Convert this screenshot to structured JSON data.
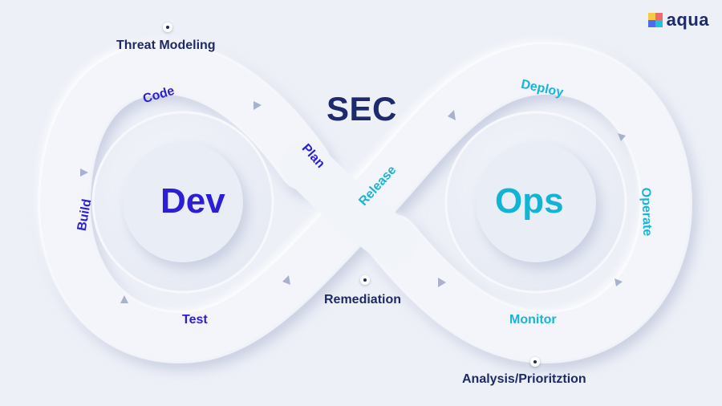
{
  "center": {
    "sec": "SEC",
    "dev": "Dev",
    "ops": "Ops"
  },
  "dev_phases": {
    "code": "Code",
    "build": "Build",
    "test": "Test",
    "plan": "Plan"
  },
  "ops_phases": {
    "release": "Release",
    "deploy": "Deploy",
    "operate": "Operate",
    "monitor": "Monitor"
  },
  "security_activities": {
    "threat_modeling": "Threat Modeling",
    "remediation": "Remediation",
    "analysis": "Analysis/Prioritztion"
  },
  "brand": {
    "name": "aqua"
  },
  "colors": {
    "background": "#edf0f7",
    "sec": "#1d2a6b",
    "dev": "#2b1ed6",
    "ops": "#12b4d6",
    "arrow": "#a9b2cc"
  }
}
